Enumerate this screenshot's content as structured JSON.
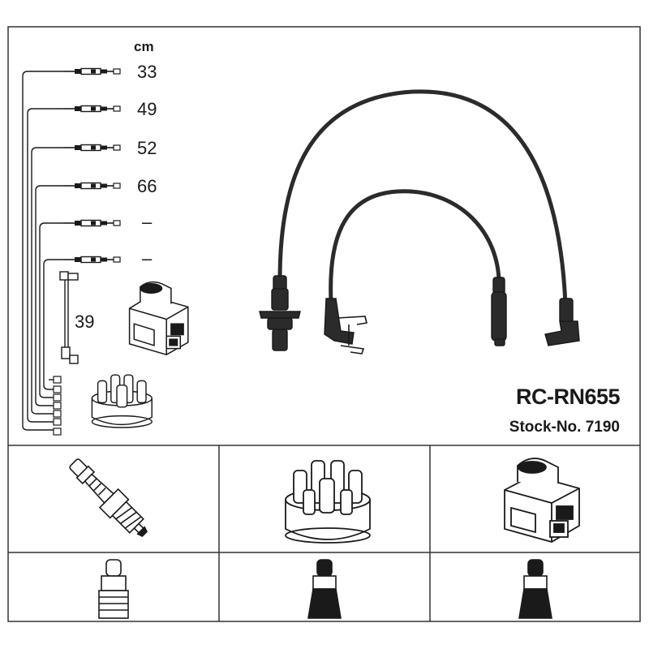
{
  "legend": {
    "unit": "cm",
    "lengths": [
      "33",
      "49",
      "52",
      "66",
      "–",
      "–"
    ],
    "coil_lead_length": "39"
  },
  "product": {
    "model": "RC-RN655",
    "stock_label": "Stock-No. 7190"
  },
  "icons": {
    "spark_plug": "spark-plug-icon",
    "distributor_cap": "distributor-cap-icon",
    "ignition_coil": "ignition-coil-icon",
    "plug_boot": "spark-plug-boot-icon",
    "cap_boot": "distributor-boot-icon",
    "coil_boot": "coil-boot-icon"
  },
  "colors": {
    "line": "#1a1a1a",
    "cable": "#2b2b2b",
    "border": "#333333"
  }
}
